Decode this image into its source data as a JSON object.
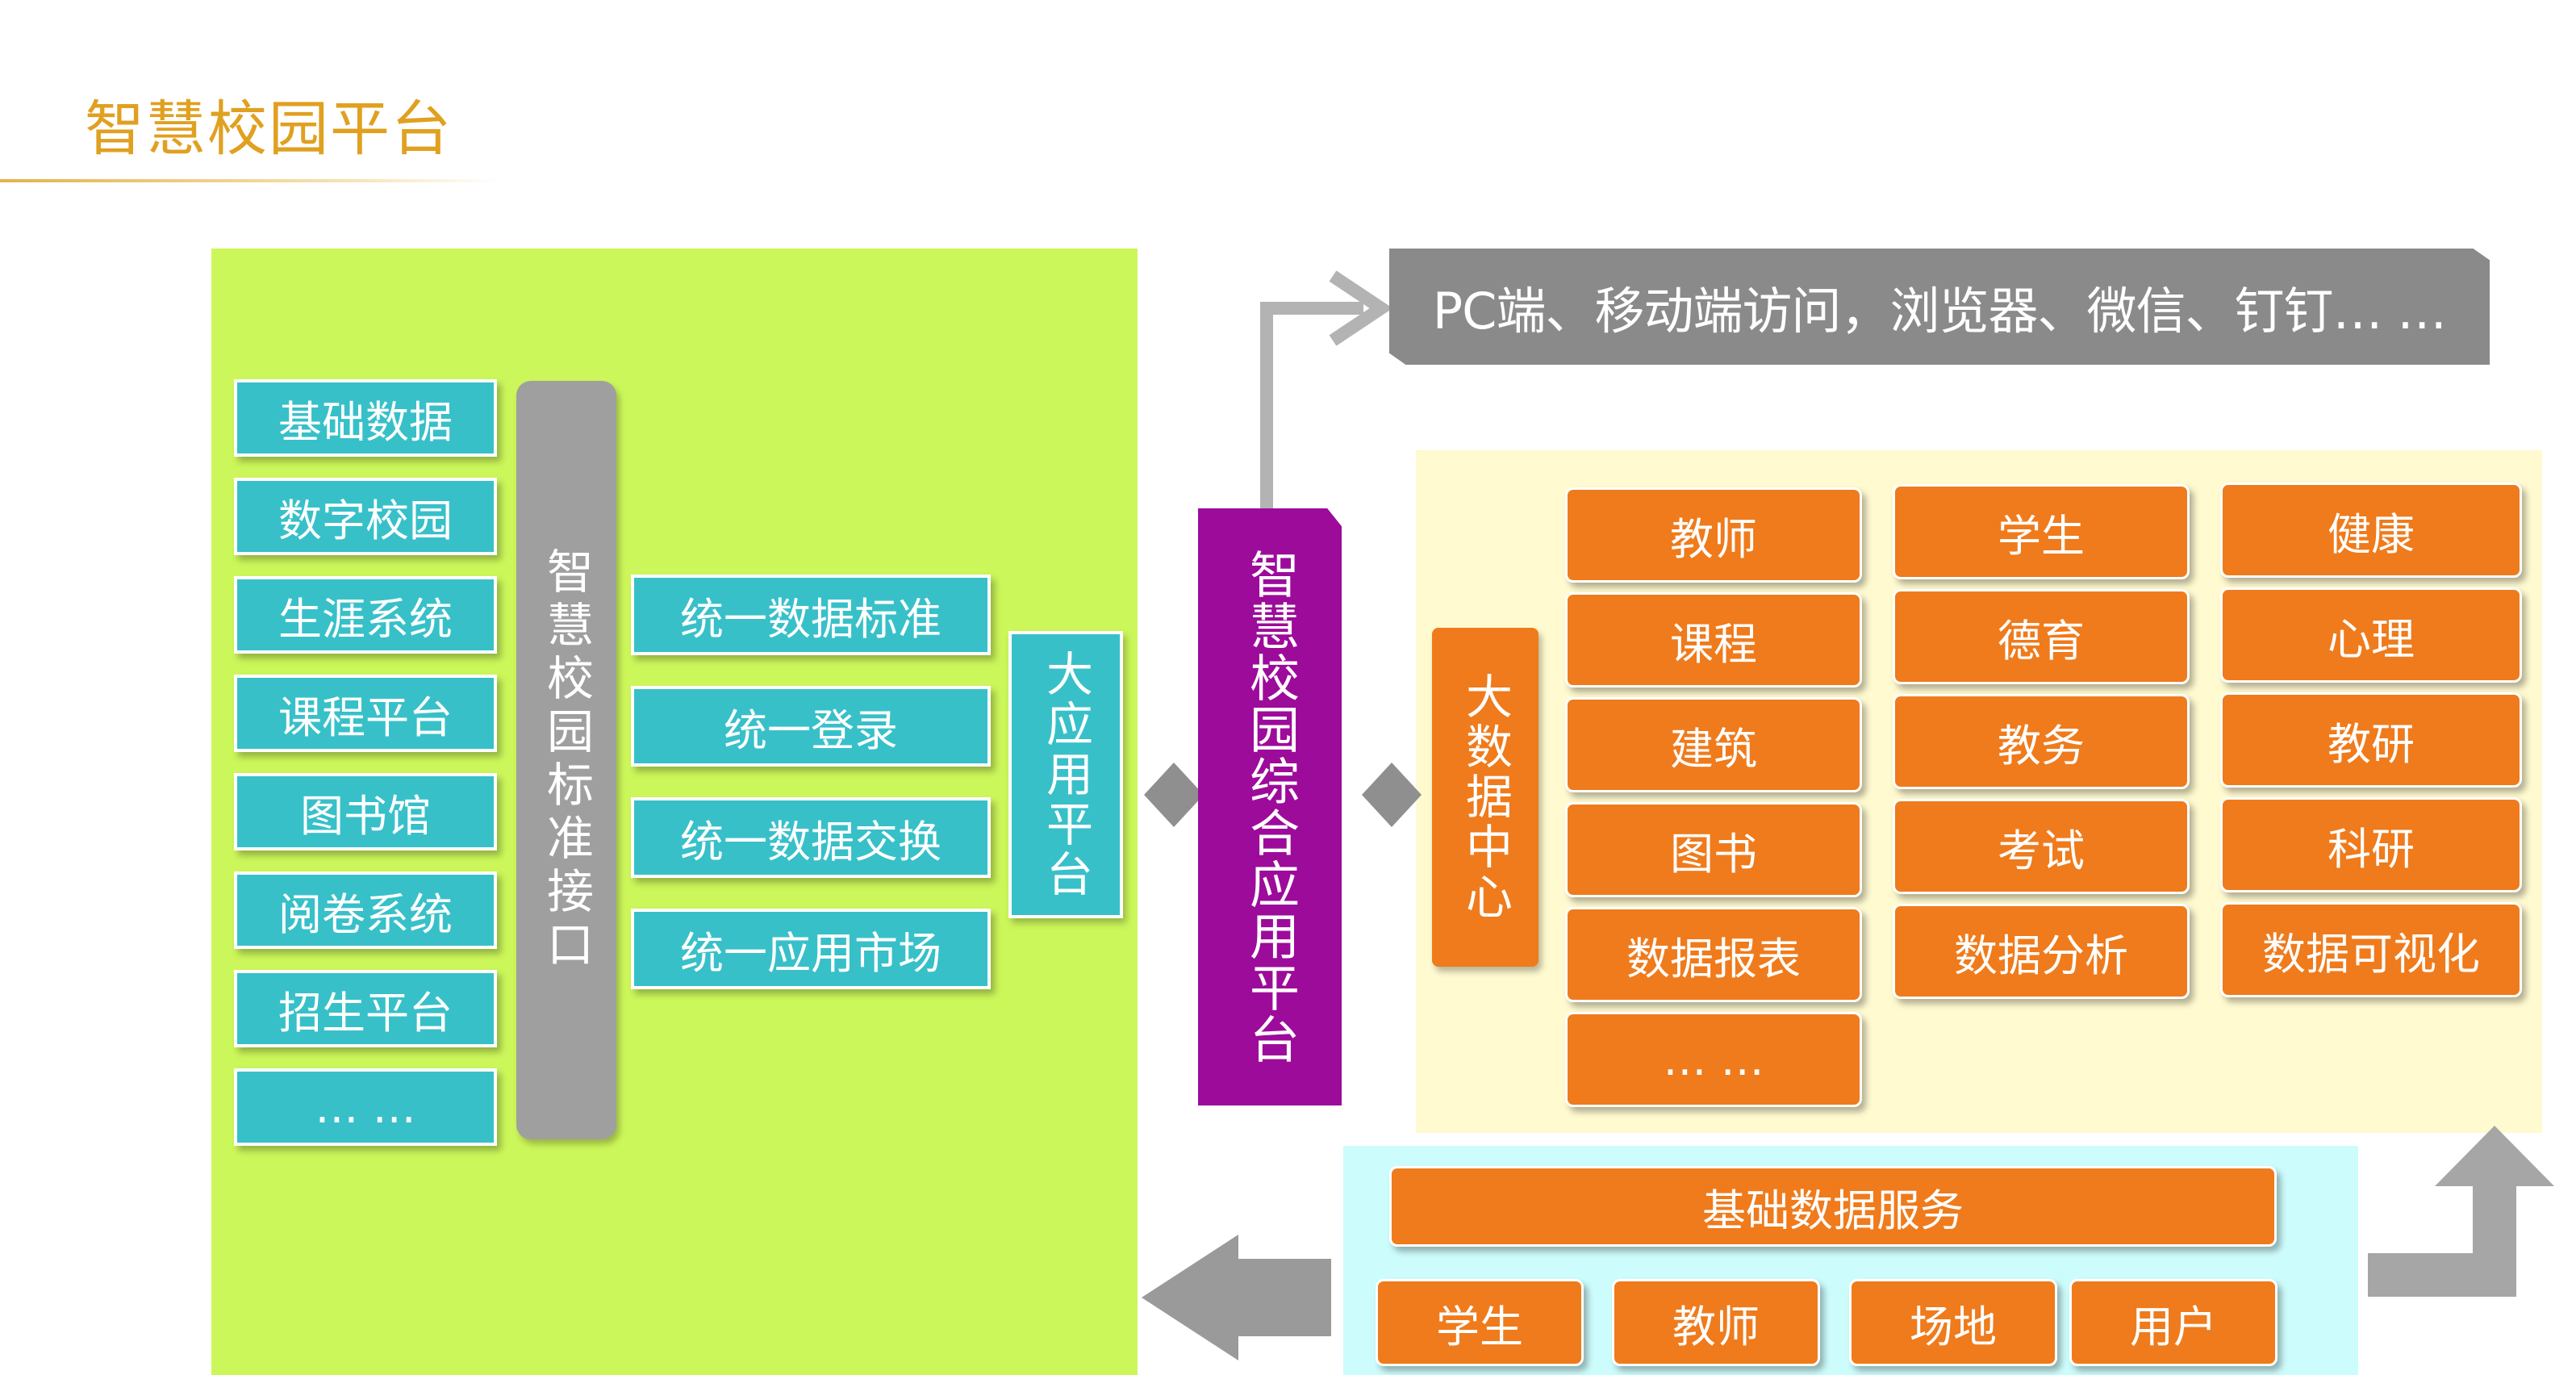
{
  "title": "智慧校园平台",
  "left_modules": [
    "基础数据",
    "数字校园",
    "生涯系统",
    "课程平台",
    "图书馆",
    "阅卷系统",
    "招生平台",
    "… …"
  ],
  "standard_interface": "智慧校园标准接口",
  "unified_items": [
    "统一数据标准",
    "统一登录",
    "统一数据交换",
    "统一应用市场"
  ],
  "big_app_platform": "大应用平台",
  "comprehensive_platform": "智慧校园综合应用平台",
  "access_channels": "PC端、移动端访问，浏览器、微信、钉钉… …",
  "big_data_center": "大数据中心",
  "data_columns": [
    [
      "教师",
      "课程",
      "建筑",
      "图书",
      "数据报表",
      "… …"
    ],
    [
      "学生",
      "德育",
      "教务",
      "考试",
      "数据分析"
    ],
    [
      "健康",
      "心理",
      "教研",
      "科研",
      "数据可视化"
    ]
  ],
  "basic_data_service": "基础数据服务",
  "service_items": [
    "学生",
    "教师",
    "场地",
    "用户"
  ],
  "colors": {
    "green_panel": "#ccf75a",
    "teal": "#38c0c9",
    "orange": "#ef7b1c",
    "purple": "#9d0b9b",
    "gray": "#8a8a8a",
    "title": "#e0a020"
  }
}
